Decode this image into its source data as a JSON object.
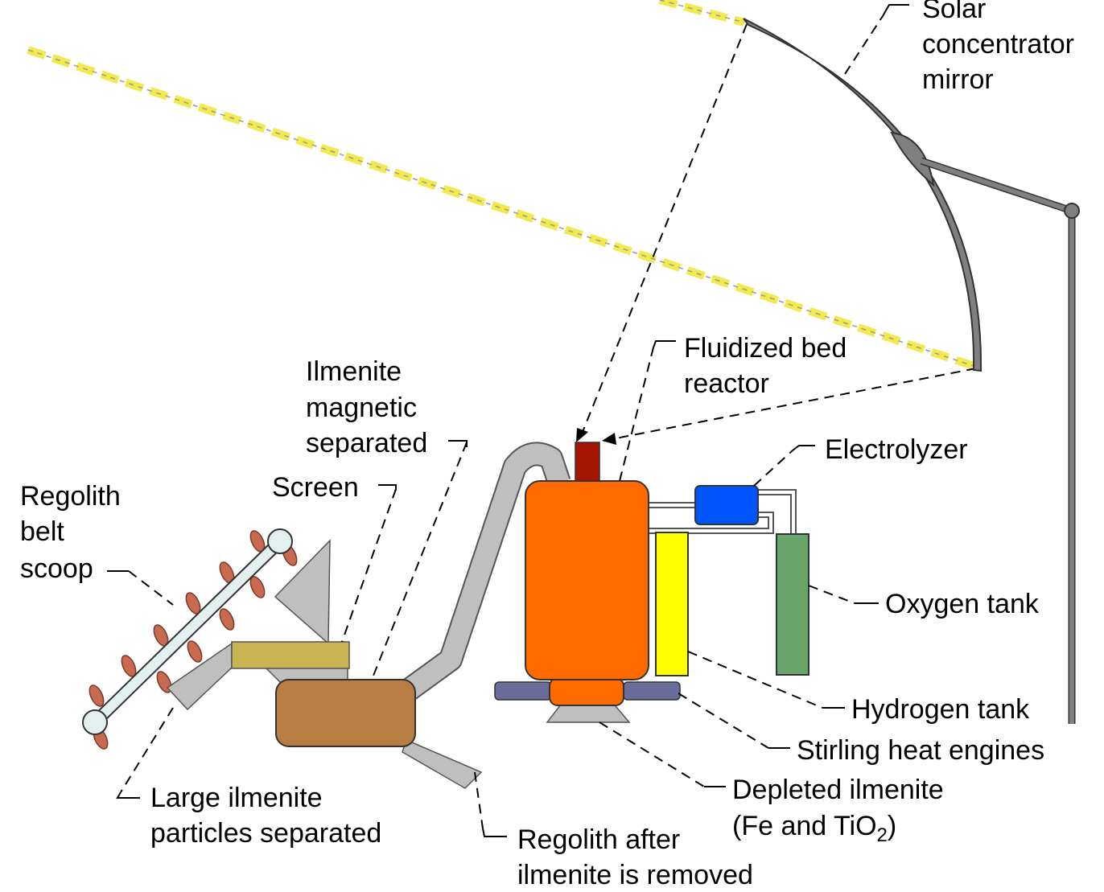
{
  "labels": {
    "mirror": [
      "Solar",
      "concentrator",
      "mirror"
    ],
    "reactor": [
      "Fluidized bed",
      "reactor"
    ],
    "electrolyzer": "Electrolyzer",
    "oxygen_tank": "Oxygen tank",
    "hydrogen_tank": "Hydrogen tank",
    "stirling": "Stirling heat engines",
    "depleted": {
      "line1": "Depleted ilmenite",
      "line2_prefix": "(Fe and TiO",
      "line2_sub": "2",
      "line2_suffix": ")"
    },
    "regolith_after": [
      "Regolith after",
      "ilmenite is removed"
    ],
    "large_particles": [
      "Large ilmenite",
      "particles separated"
    ],
    "belt_scoop": [
      "Regolith",
      "belt",
      "scoop"
    ],
    "screen": "Screen",
    "magnetic": [
      "Ilmenite",
      "magnetic",
      "separated"
    ]
  },
  "colors": {
    "sun_ray": "#f2e94e",
    "mirror": "#808080",
    "reactor_body": "#ff6a00",
    "reactor_nozzle": "#a31500",
    "electrolyzer": "#0055ff",
    "hydrogen_tank": "#ffff00",
    "oxygen_tank": "#68a56b",
    "separator": "#b87d42",
    "screen": "#c8b450",
    "stirling": "#6c6c9a",
    "scoop_bucket": "#c86a50",
    "chute": "#bfbfbf"
  }
}
